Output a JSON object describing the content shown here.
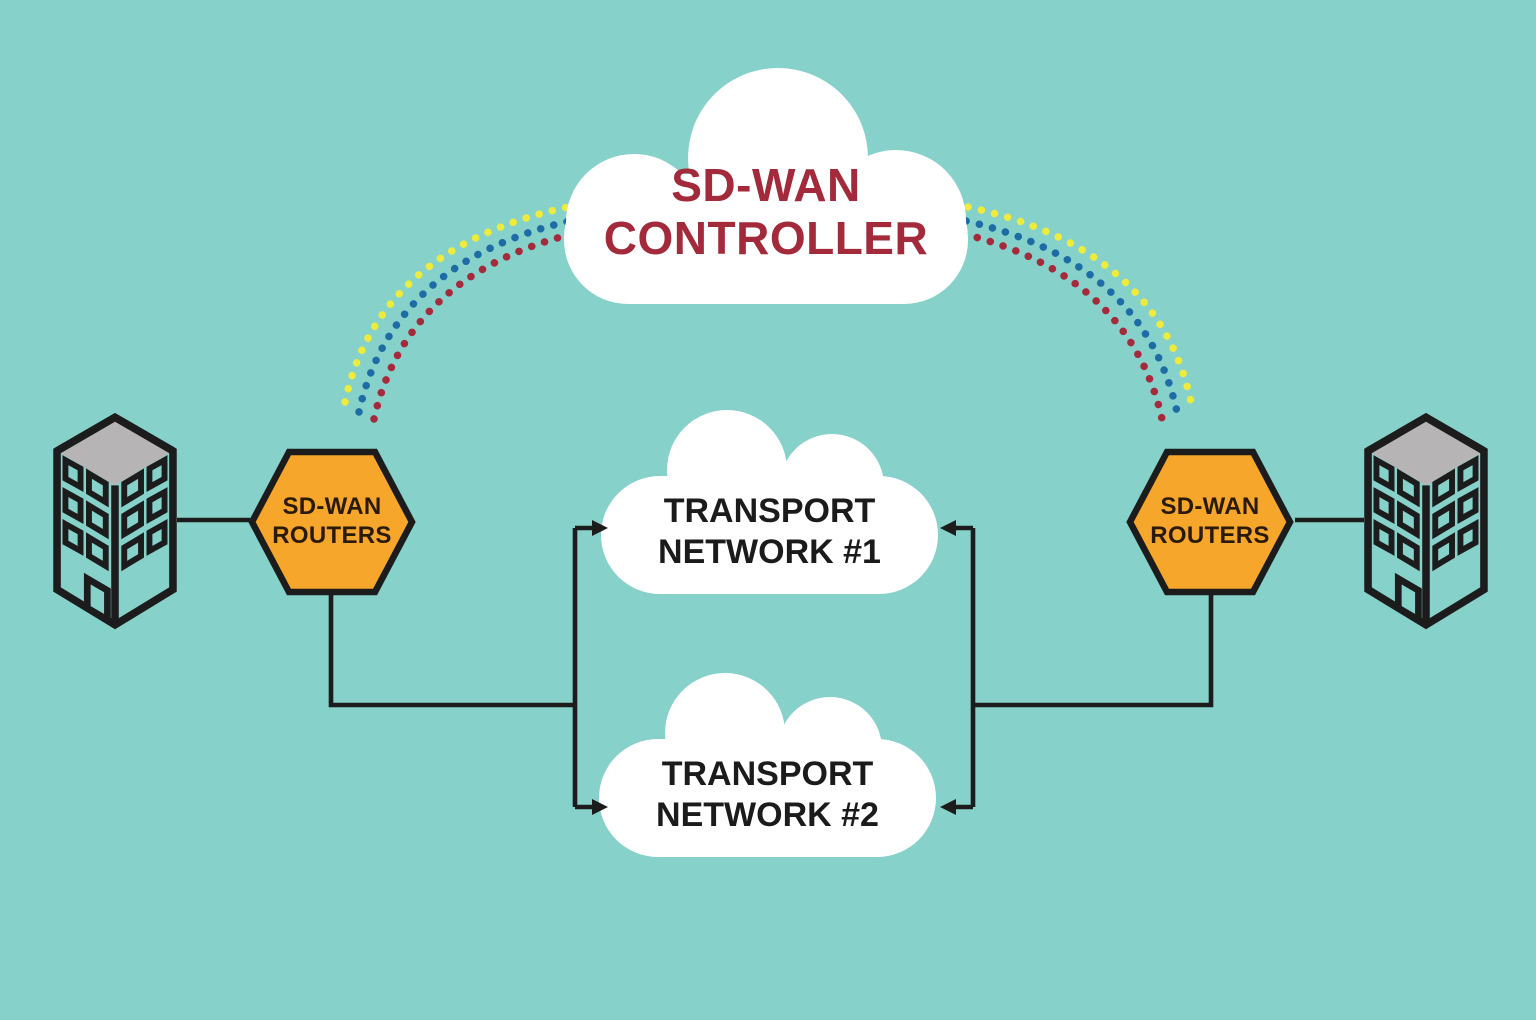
{
  "diagram": {
    "controller": {
      "line1": "SD-WAN",
      "line2": "CONTROLLER"
    },
    "transport_networks": [
      {
        "line1": "TRANSPORT",
        "line2": "NETWORK #1"
      },
      {
        "line1": "TRANSPORT",
        "line2": "NETWORK #2"
      }
    ],
    "routers": [
      {
        "line1": "SD-WAN",
        "line2": "ROUTERS"
      },
      {
        "line1": "SD-WAN",
        "line2": "ROUTERS"
      }
    ],
    "icons": {
      "left_site": "office-building-icon",
      "right_site": "office-building-icon",
      "controller_shape": "cloud-shape",
      "router_shape": "hexagon-shape",
      "control_links": "dotted-arc-tricolor",
      "data_links": "solid-arrow-line"
    },
    "colors": {
      "bg": "#86D1CA",
      "cloud_fill": "#FFFFFF",
      "controller_text": "#A22A3A",
      "tn_text": "#1B1B1B",
      "hex_fill": "#F6A72B",
      "hex_text": "#2A1A08",
      "line": "#1C1C1C",
      "dot_yellow": "#EEEB3D",
      "dot_blue": "#1D6CA5",
      "dot_red": "#A42A3C",
      "roof": "#B6B4B5"
    }
  }
}
